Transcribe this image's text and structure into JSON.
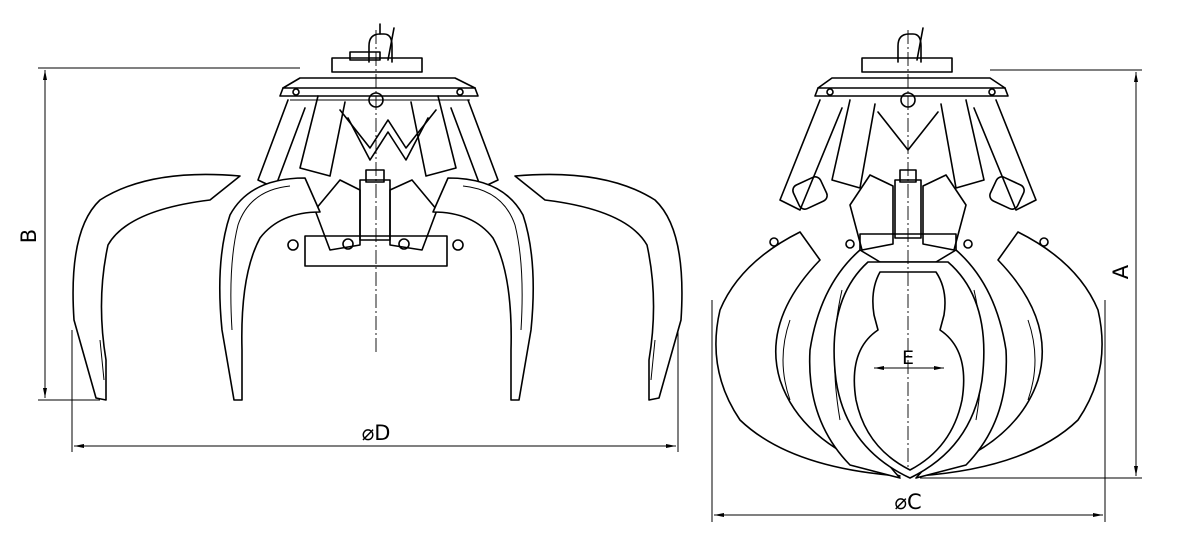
{
  "dimensions": {
    "A": "A",
    "B": "B",
    "C": "⌀C",
    "D": "⌀D",
    "E": "E"
  }
}
